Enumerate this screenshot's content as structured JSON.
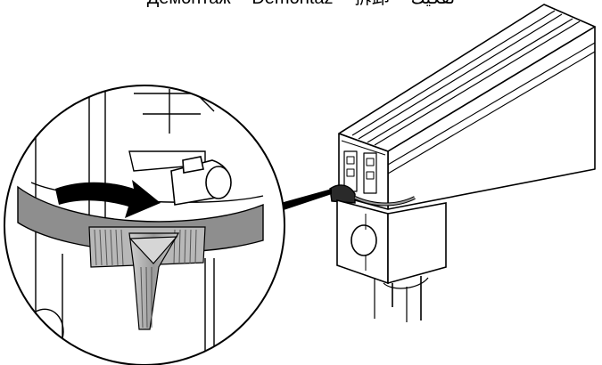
{
  "caption": {
    "labels": [
      "Демонтаж",
      "Demontaż",
      "拆卸",
      "تفكيك"
    ]
  },
  "illustration": {
    "detail": "magnifier-callout",
    "parts": [
      "track-rail",
      "adapter-housing",
      "locking-lever",
      "rotary-knob",
      "cable-clip",
      "rotation-arrow"
    ],
    "colors": {
      "line": "#000000",
      "fill": "#ffffff",
      "band": "#8e8e8e",
      "knob": "#b8b8b8",
      "arrow": "#000000"
    }
  }
}
